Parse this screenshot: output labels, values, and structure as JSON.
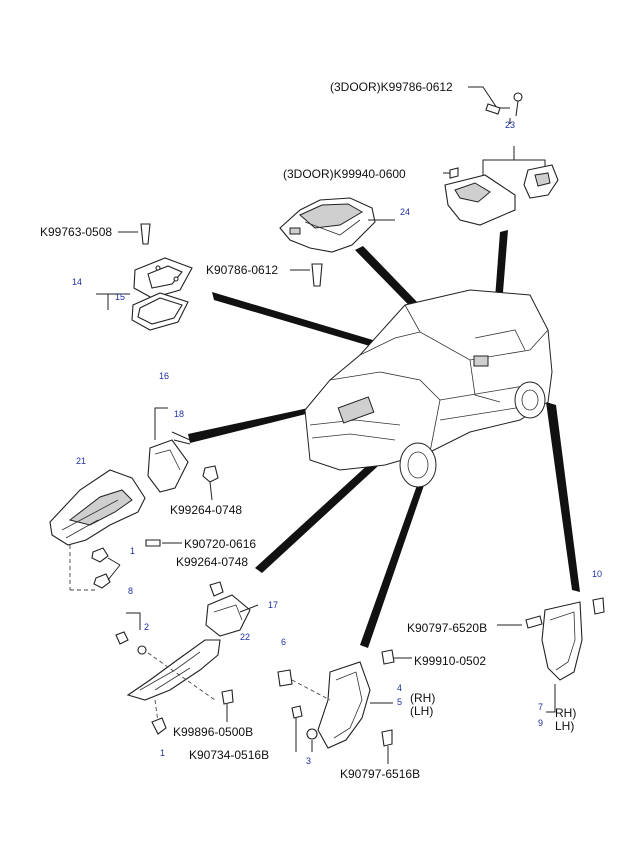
{
  "labels": {
    "k99786": "(3DOOR)K99786-0612",
    "k99940": "(3DOOR)K99940-0600",
    "k99763": "K99763-0508",
    "k90786": "K90786-0612",
    "k99264_a": "K99264-0748",
    "k90720": "K90720-0616",
    "k99264_b": "K99264-0748",
    "k90797_6520": "K90797-6520B",
    "k99910": "K99910-0502",
    "k99896": "K99896-0500B",
    "k90734": "K90734-0516B",
    "k90797_6516": "K90797-6516B"
  },
  "side_labels": {
    "rh_a": "(RH)",
    "lh_a": "(LH)",
    "rh_b": "RH)",
    "lh_b": "LH)"
  },
  "callouts": {
    "n23": "23",
    "n24": "24",
    "n14": "14",
    "n15": "15",
    "n16": "16",
    "n18": "18",
    "n21": "21",
    "n1a": "1",
    "n8": "8",
    "n2": "2",
    "n17": "17",
    "n22": "22",
    "n1b": "1",
    "n6": "6",
    "n4": "4",
    "n5": "5",
    "n3": "3",
    "n10": "10",
    "n7": "7",
    "n9": "9"
  }
}
